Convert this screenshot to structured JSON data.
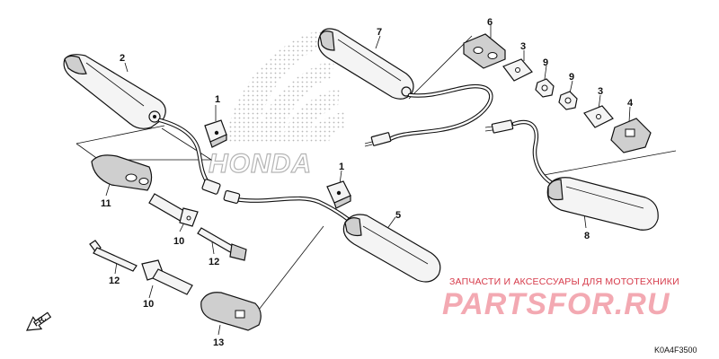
{
  "labels": {
    "p1a": "1",
    "p1b": "1",
    "p2": "2",
    "p3a": "3",
    "p3b": "3",
    "p4": "4",
    "p5": "5",
    "p6": "6",
    "p7": "7",
    "p8": "8",
    "p9a": "9",
    "p9b": "9",
    "p10a": "10",
    "p10b": "10",
    "p11": "11",
    "p12a": "12",
    "p12b": "12",
    "p13": "13"
  },
  "brand_logo": "HONDA",
  "direction": "FR.",
  "watermark": {
    "line1": "ЗАПЧАСТИ И АКСЕССУАРЫ ДЛЯ МОТОТЕХНИКИ",
    "line2": "PARTSFOR.RU"
  },
  "diagram_code": "K0A4F3500",
  "colors": {
    "ink": "#111111",
    "watermark_red": "#d63a4a",
    "watermark_pink": "#f3a9b2",
    "logo_gray": "#b5b5b5"
  }
}
